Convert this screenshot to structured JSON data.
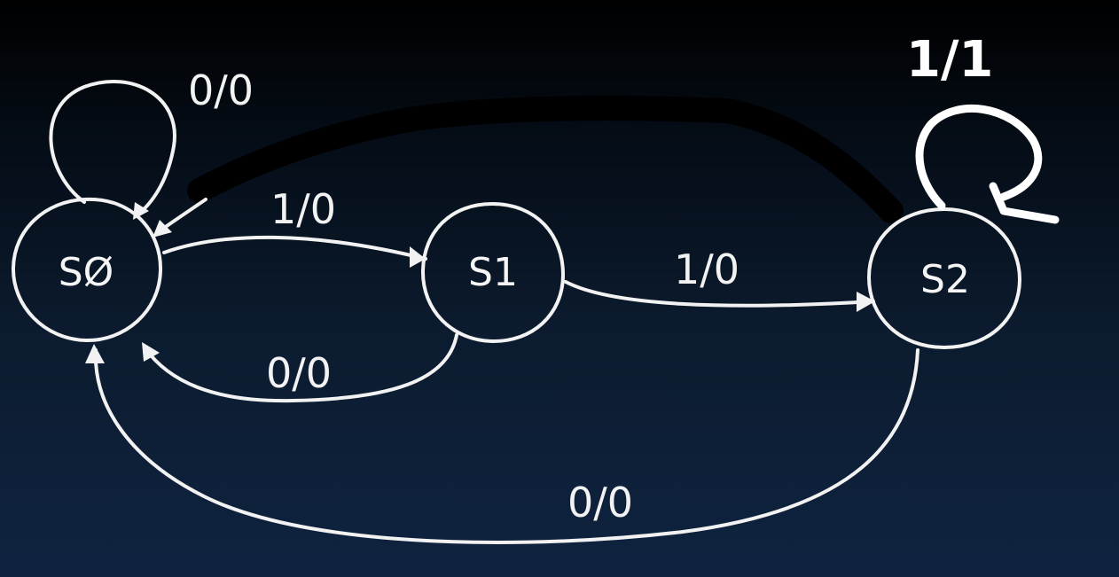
{
  "states": [
    {
      "id": "s0",
      "label": "SØ"
    },
    {
      "id": "s1",
      "label": "S1"
    },
    {
      "id": "s2",
      "label": "S2"
    }
  ],
  "transitions": {
    "s0_self": "0/0",
    "s0_to_s1": "1/0",
    "s1_to_s0": "0/0",
    "s1_to_s2": "1/0",
    "s2_to_s0": "0/0",
    "s2_self": "1/1"
  },
  "colors": {
    "background_top": "#000000",
    "background_bottom": "#0f2340",
    "stroke": "#f2f2f2"
  }
}
